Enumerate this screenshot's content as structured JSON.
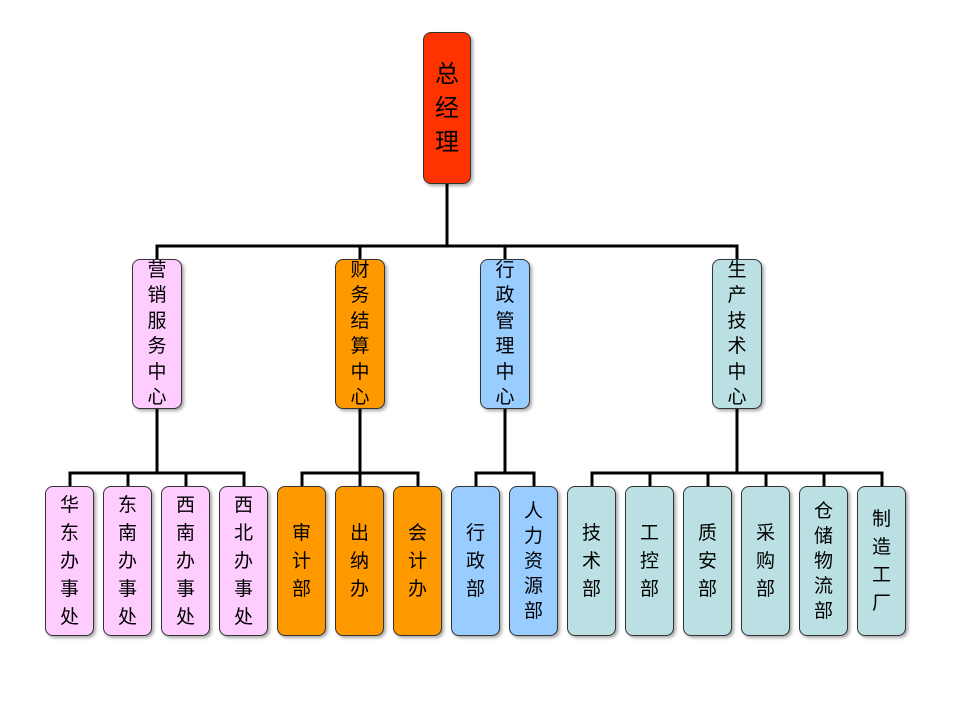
{
  "colors": {
    "ceo": "#ff3300",
    "sales": "#ffccff",
    "finance": "#ff9900",
    "admin": "#99ccff",
    "production": "#bbe0e3",
    "connector": "#000000"
  },
  "chart": {
    "root": {
      "label": "总经理"
    },
    "departments": [
      {
        "label": "营销服务中心",
        "children": [
          {
            "label": "华东办事处"
          },
          {
            "label": "东南办事处"
          },
          {
            "label": "西南办事处"
          },
          {
            "label": "西北办事处"
          }
        ]
      },
      {
        "label": "财务结算中心",
        "children": [
          {
            "label": "审计部"
          },
          {
            "label": "出纳办"
          },
          {
            "label": "会计办"
          }
        ]
      },
      {
        "label": "行政管理中心",
        "children": [
          {
            "label": "行政部"
          },
          {
            "label": "人力资源部"
          }
        ]
      },
      {
        "label": "生产技术中心",
        "children": [
          {
            "label": "技术部"
          },
          {
            "label": "工控部"
          },
          {
            "label": "质安部"
          },
          {
            "label": "采购部"
          },
          {
            "label": "仓储物流部"
          },
          {
            "label": "制造工厂"
          }
        ]
      }
    ]
  }
}
